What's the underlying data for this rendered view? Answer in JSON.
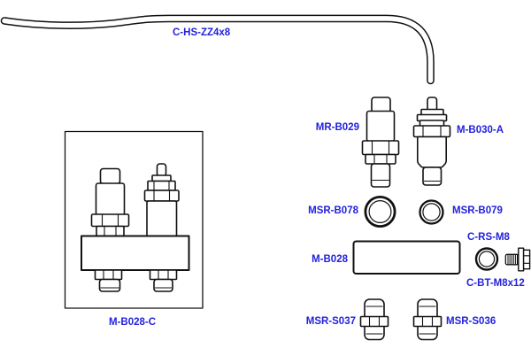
{
  "colors": {
    "label": "#2222dd",
    "line": "#111111",
    "background": "#ffffff"
  },
  "labels": {
    "hose": "C-HS-ZZ4x8",
    "valve_left": "MR-B029",
    "valve_right": "M-B030-A",
    "oring_large": "MSR-B078",
    "oring_small": "MSR-B079",
    "plate": "M-B028",
    "ring": "C-RS-M8",
    "bolt": "C-BT-M8x12",
    "assembly": "M-B028-C",
    "fitting_left": "MSR-S037",
    "fitting_right": "MSR-S036"
  }
}
